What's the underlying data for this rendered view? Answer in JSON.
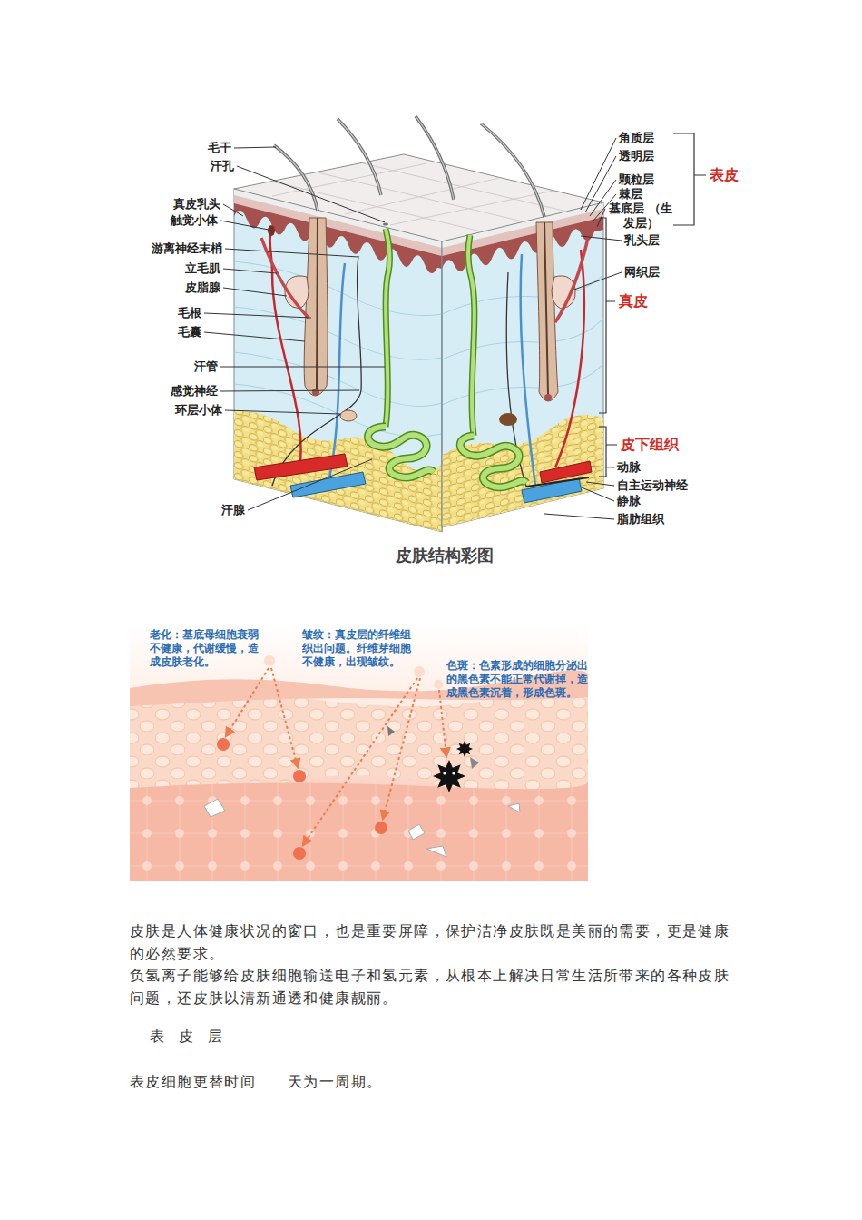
{
  "diagram": {
    "caption": "皮肤结构彩图",
    "labels": [
      "毛干",
      "汗孔",
      "真皮乳头",
      "触觉小体",
      "游离神经末梢",
      "立毛肌",
      "皮脂腺",
      "毛根",
      "毛囊",
      "汗管",
      "感觉神经",
      "环层小体",
      "汗腺",
      "角质层",
      "透明层",
      "颗粒层",
      "棘层",
      "基底层 （生发层）",
      "表皮",
      "乳头层",
      "网织层",
      "真皮",
      "皮下组织",
      "动脉",
      "自主运动神经",
      "静脉",
      "脂肪组织",
      "老化：基底母细胞衰弱不健康，代谢缓慢，造成皮肤老化。",
      "皱纹：真皮层的纤维组织出问题。纤维芽细胞不健康，出现皱纹。",
      "色斑：色素形成的细胞分泌出的黑色素不能正常代谢掉，造成黑色素沉着，形成色斑。",
      "皮肤是人体健康状况的窗口，也是重要屏障，保护洁净皮肤既是美丽的需要，更是健康的必然要求。",
      "负氢离子能够给皮肤细胞输送电子和氢元素，从根本上解决日常生活所带来的各种皮肤问题，还皮肤以清新通透和健康靓丽。",
      "表　皮　层",
      "表皮细胞更替时间　　天为一周期。"
    ]
  }
}
